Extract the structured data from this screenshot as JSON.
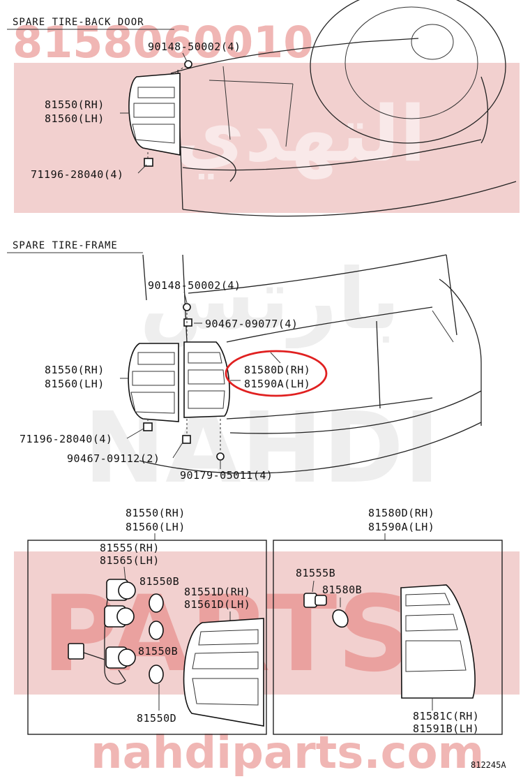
{
  "watermark": {
    "top_number": "8158060010",
    "arabic_top": "التهدي",
    "arabic_mid": "بارتس",
    "latin_mid": "NAHDI",
    "latin_lower": "PARTS",
    "bottom_url": "nahdiparts.com"
  },
  "sections": {
    "back_door": "SPARE TIRE-BACK DOOR",
    "frame": "SPARE TIRE-FRAME"
  },
  "back_door_labels": {
    "screw": "90148-50002(4)",
    "lamp_rh": "81550(RH)",
    "lamp_lh": "81560(LH)",
    "clip": "71196-28040(4)"
  },
  "frame_labels": {
    "screw": "90148-50002(4)",
    "nut_upper": "90467-09077(4)",
    "lamp_rh": "81550(RH)",
    "lamp_lh": "81560(LH)",
    "inner_rh": "81580D(RH)",
    "inner_lh": "81590A(LH)",
    "clip": "71196-28040(4)",
    "nut_lower": "90467-09112(2)",
    "bolt": "90179-05011(4)"
  },
  "left_box": {
    "header_rh": "81550(RH)",
    "header_lh": "81560(LH)",
    "socket_rh": "81555(RH)",
    "socket_lh": "81565(LH)",
    "bulb_1": "81550B",
    "bulb_2": "81550B",
    "bulb_3": "81550D",
    "lens_rh": "81551D(RH)",
    "lens_lh": "81561D(LH)"
  },
  "right_box": {
    "header_rh": "81580D(RH)",
    "header_lh": "81590A(LH)",
    "socket": "81555B",
    "bulb": "81580B",
    "lens_rh": "81581C(RH)",
    "lens_lh": "81591B(LH)"
  },
  "footer": {
    "diagram_id": "812245A"
  },
  "colors": {
    "highlight_circle": "#e02020",
    "watermark_red": "#e57b78",
    "line": "#222222"
  }
}
